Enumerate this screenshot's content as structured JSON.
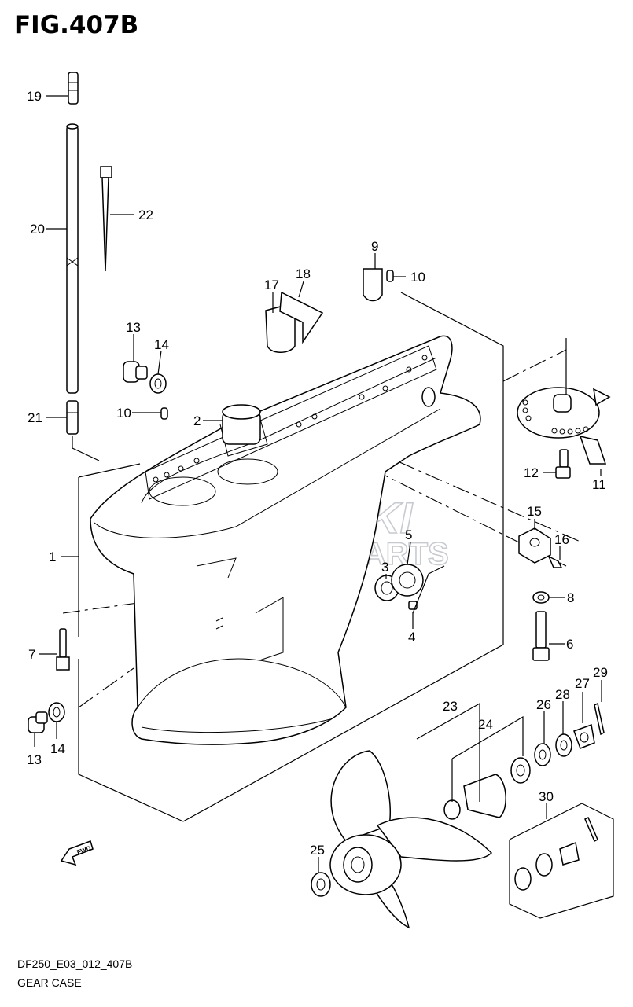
{
  "figure": {
    "title": "FIG.407B"
  },
  "footer": {
    "code": "DF250_E03_012_407B",
    "name": "GEAR CASE"
  },
  "watermark": {
    "line1": "SUZUKI",
    "line2": "MARINE PARTS",
    "color": "#9aa0a8"
  },
  "direction_badge": "FWD",
  "callouts": {
    "c1": "1",
    "c2": "2",
    "c3": "3",
    "c4": "4",
    "c5": "5",
    "c6": "6",
    "c7": "7",
    "c8": "8",
    "c9": "9",
    "c10a": "10",
    "c10b": "10",
    "c11": "11",
    "c12": "12",
    "c13a": "13",
    "c13b": "13",
    "c14a": "14",
    "c14b": "14",
    "c15": "15",
    "c16": "16",
    "c17": "17",
    "c18": "18",
    "c19": "19",
    "c20": "20",
    "c21": "21",
    "c22": "22",
    "c23": "23",
    "c24": "24",
    "c25": "25",
    "c26": "26",
    "c27": "27",
    "c28": "28",
    "c29": "29",
    "c30": "30"
  }
}
